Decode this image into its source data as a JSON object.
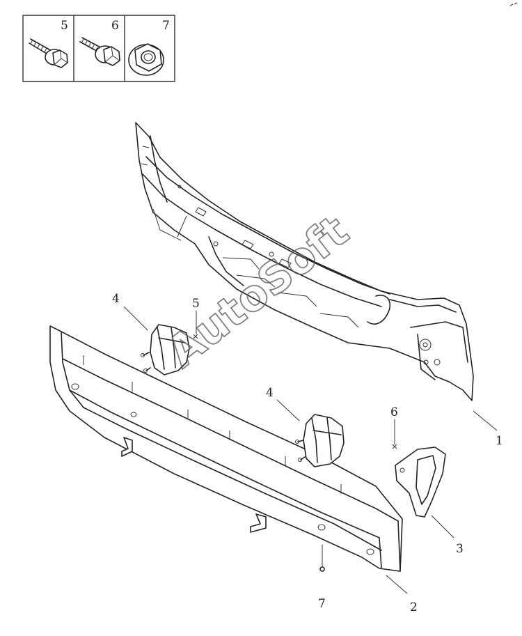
{
  "fastener_legend": [
    {
      "number": "5",
      "icon": "hex-flange-bolt-icon"
    },
    {
      "number": "6",
      "icon": "hex-flange-bolt-icon"
    },
    {
      "number": "7",
      "icon": "hex-flange-nut-icon"
    }
  ],
  "callouts": {
    "c1": "1",
    "c2": "2",
    "c3": "3",
    "c4a": "4",
    "c4b": "4",
    "c5": "5",
    "c6": "6",
    "c7": "7"
  },
  "watermark": "AutoSoft",
  "line_color": "#222222"
}
